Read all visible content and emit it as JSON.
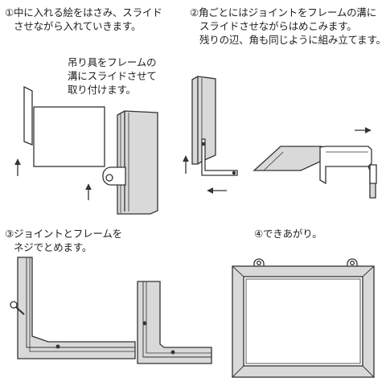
{
  "steps": [
    {
      "label": "①中に入れる絵をはさみ、スライド",
      "label2": "させながら入れていきます。"
    },
    {
      "label": "②角ごとにはジョイントをフレームの溝に",
      "label2": "スライドさせながらはめこみます。",
      "label3": "残りの辺、角も同じように組み立てます。"
    },
    {
      "label": "③ジョイントとフレームを",
      "label2": "ネジでとめます。"
    },
    {
      "label": "④できあがり。"
    }
  ],
  "hanger_note": {
    "line1": "吊り具をフレームの",
    "line2": "溝にスライドさせて",
    "line3": "取り付けます。"
  },
  "colors": {
    "frame": "#d9d9d9",
    "frame_dark": "#b9b9b9",
    "line": "#333333",
    "paper": "#ffffff"
  }
}
